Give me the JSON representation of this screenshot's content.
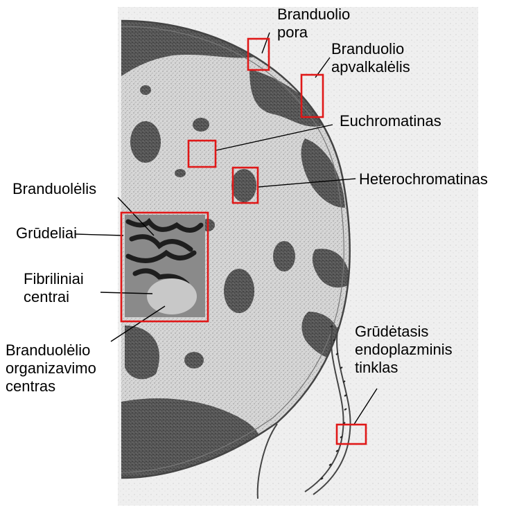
{
  "labels": {
    "nuclear_pore": [
      "Branduolio",
      "pora"
    ],
    "nuclear_envelope": [
      "Branduolio",
      "apvalkalėlis"
    ],
    "euchromatin": "Euchromatinas",
    "heterochromatin": "Heterochromatinas",
    "nucleolus": "Branduolėlis",
    "granules": "Grūdeliai",
    "fibrillar_centers": [
      "Fibriliniai",
      "centrai"
    ],
    "nucleolus_organizer": [
      "Branduolėlio",
      "organizavimo",
      "centras"
    ],
    "rough_er": [
      "Grūdėtasis",
      "endoplazminis",
      "tinklas"
    ]
  },
  "colors": {
    "highlight_box": "#e01818",
    "nucleoplasm": "#d4d4d4",
    "chromatin": "#4a4a4a",
    "membrane": "#ffffff",
    "cytoplasm": "#ededed"
  }
}
